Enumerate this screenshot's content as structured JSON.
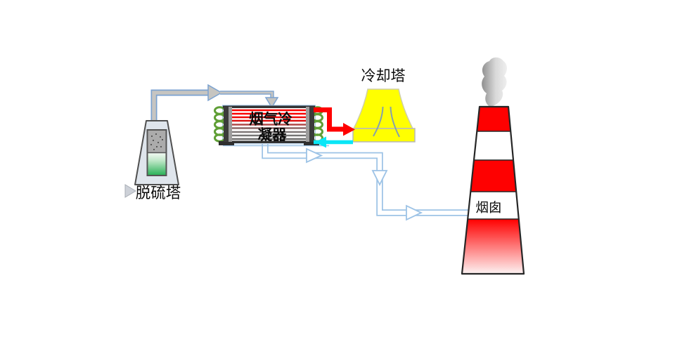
{
  "diagram": {
    "labels": {
      "desulfurization_tower": "脱硫塔",
      "condenser_line1": "烟气冷",
      "condenser_line2": "凝器",
      "cooling_tower": "冷却塔",
      "chimney": "烟囱"
    },
    "colors": {
      "flue_pipe_fill": "#c6c5c1",
      "flue_pipe_outline": "#7ba2d0",
      "duct_outline": "#9dc3e6",
      "hot_water": "#ff0000",
      "cold_water": "#0ae6f6",
      "cooling_tower_body": "#ffff00",
      "coil_green": "#5f9e35",
      "chimney_red": "#fe0101"
    },
    "condenser_tube_colors": [
      "#ff0000",
      "#fa0303",
      "#f00707",
      "#e01212",
      "#b04848",
      "#8f6868",
      "#7e7878",
      "#757575",
      "#6d6d6d"
    ]
  }
}
